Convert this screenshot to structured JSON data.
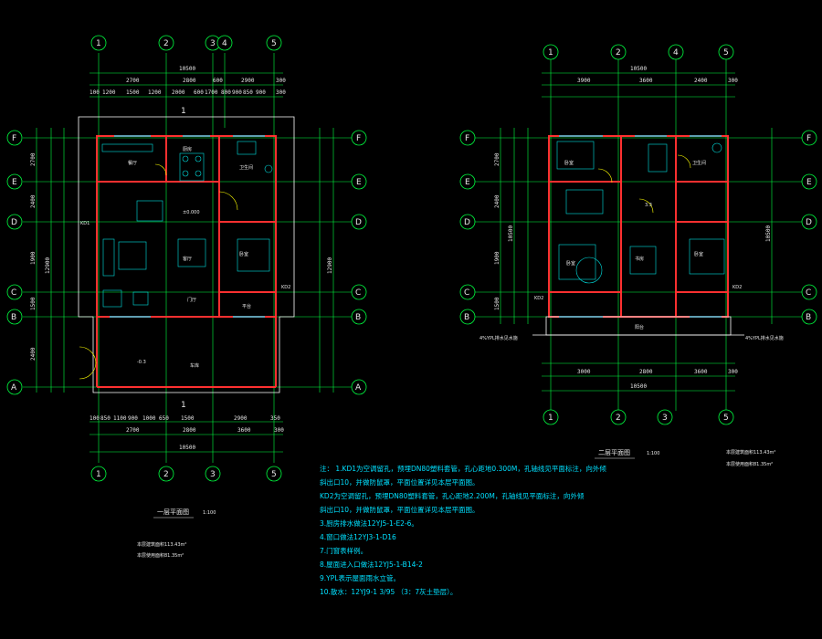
{
  "left_plan": {
    "title": "一层平面图",
    "scale": "1:100",
    "sub_note_1": "本层建筑面积113.43m²",
    "sub_note_2": "本层使用面积81.35m²",
    "axes_x": [
      "1",
      "2",
      "3",
      "4",
      "5"
    ],
    "axes_y": [
      "F",
      "E",
      "D",
      "C",
      "B",
      "A"
    ],
    "top_total": "10500",
    "top_dims": [
      "2700",
      "2800",
      "600",
      "2900",
      "300"
    ],
    "top_small": [
      "100",
      "1200",
      "1500",
      "1200",
      "2000",
      "600",
      "1700",
      "800",
      "900",
      "850",
      "900",
      "300"
    ],
    "bottom_total": "10500",
    "bottom_dims": [
      "2700",
      "2800",
      "3600",
      "300"
    ],
    "bottom_small": [
      "100",
      "850",
      "1100",
      "900",
      "1000",
      "650",
      "1500",
      "2900",
      "350"
    ],
    "left_dims": [
      "2700",
      "2400",
      "1900",
      "1500",
      "2400"
    ],
    "left_total": "12900",
    "rooms": [
      "餐厅",
      "厨房",
      "客厅",
      "卧室",
      "卫生间",
      "门厅",
      "平台",
      "车库"
    ],
    "marks": [
      "KD1",
      "KD2",
      "±0.000",
      "-0.3",
      "1",
      "1"
    ]
  },
  "right_plan": {
    "title": "二层平面图",
    "scale": "1:100",
    "sub_note_1": "本层建筑面积113.43m²",
    "sub_note_2": "本层使用面积81.35m²",
    "axes_x": [
      "1",
      "2",
      "3",
      "4",
      "5"
    ],
    "axes_y": [
      "F",
      "E",
      "D",
      "C",
      "B"
    ],
    "top_total": "10500",
    "top_dims": [
      "3900",
      "3600",
      "2400",
      "300"
    ],
    "bottom_total": "10500",
    "bottom_dims": [
      "3000",
      "2800",
      "3600",
      "300"
    ],
    "left_dims": [
      "2700",
      "2400",
      "1900",
      "1500"
    ],
    "left_total": "10500",
    "rooms": [
      "卧室",
      "卧室",
      "卧室",
      "书房",
      "卫生间",
      "阳台"
    ],
    "marks": [
      "KD2",
      "KD2",
      "3.3",
      "4%YPL排水见水施",
      "4%YPL排水见水施"
    ]
  },
  "notes": [
    "注：  1.KD1为空调留孔，预埋DN80塑料套管，孔心距地0.300M，孔轴线见平面标注，向外倾",
    "         斜出口10，并做防鼠罩，平面位置详见本层平面图。",
    "         KD2为空调留孔，预埋DN80塑料套管，孔心距地2.200M，孔轴线见平面标注，向外倾",
    "         斜出口10，并做防鼠罩，平面位置详见本层平面图。",
    "         3.厨房排水做法12YJ5-1-E2-6。",
    "         4.窗口做法12YJ3-1-D16",
    "         7.门窗表样例。",
    "         8.屋面进入口做法12YJ5-1-B14-2",
    "         9.YPL表示屋面雨水立管。",
    "         10.散水：12YJ9-1 3/95  （3：7灰土垫层）。"
  ],
  "colors": {
    "background": "#000000",
    "wall": "#ff3030",
    "axis": "#00ff40",
    "text": "#e8e8e8",
    "note": "#00e0ff",
    "frame": "#ffffff",
    "furniture": "#00e0e0"
  }
}
